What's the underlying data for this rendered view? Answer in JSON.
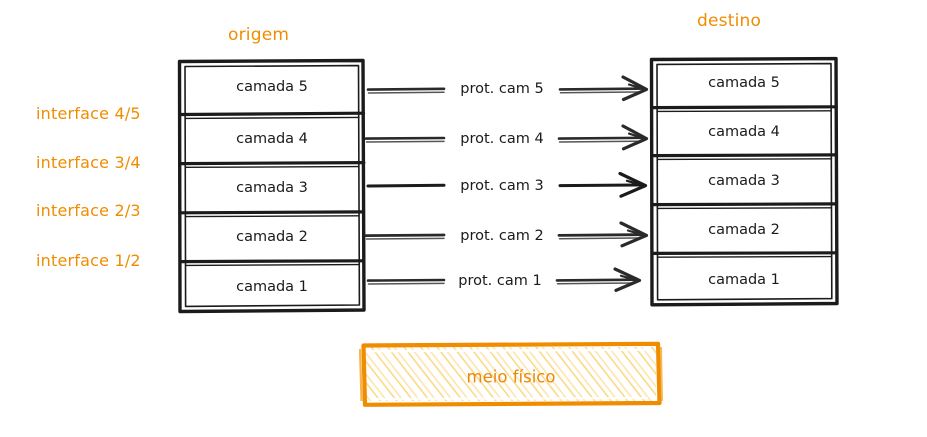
{
  "diagram": {
    "title_origin": "origem",
    "title_destination": "destino",
    "medium_label": "meio físico",
    "accent_color": "#f08c00",
    "hatch_color": "#fbd77f",
    "ink_color": "#1b1b1b",
    "background": "#ffffff"
  },
  "interfaces": [
    {
      "label": "interface 4/5"
    },
    {
      "label": "interface 3/4"
    },
    {
      "label": "interface 2/3"
    },
    {
      "label": "interface 1/2"
    }
  ],
  "origin_layers": [
    {
      "label": "camada 5"
    },
    {
      "label": "camada 4"
    },
    {
      "label": "camada 3"
    },
    {
      "label": "camada 2"
    },
    {
      "label": "camada 1"
    }
  ],
  "destination_layers": [
    {
      "label": "camada 5"
    },
    {
      "label": "camada 4"
    },
    {
      "label": "camada 3"
    },
    {
      "label": "camada 2"
    },
    {
      "label": "camada 1"
    }
  ],
  "protocols": [
    {
      "label": "prot. cam 5"
    },
    {
      "label": "prot. cam 4"
    },
    {
      "label": "prot. cam 3"
    },
    {
      "label": "prot. cam 2"
    },
    {
      "label": "prot. cam 1"
    }
  ]
}
